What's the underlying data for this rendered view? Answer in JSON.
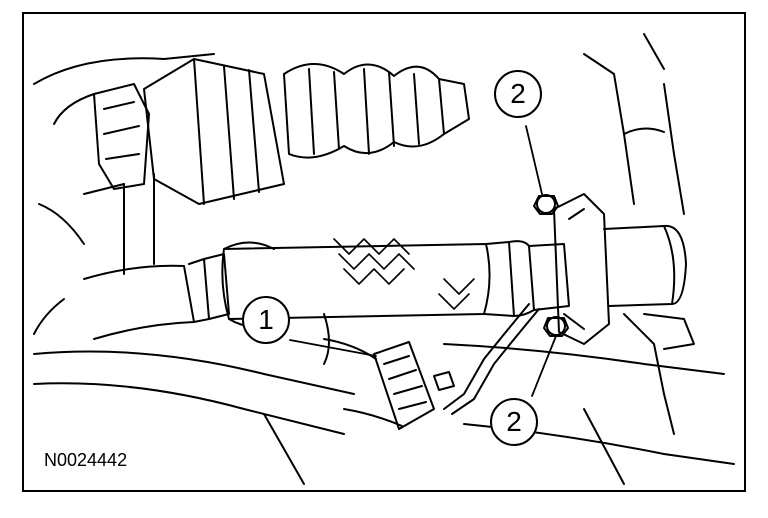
{
  "figure_id": "N0024442",
  "callouts": [
    {
      "label": "1",
      "part": "exhaust-sensor-connector"
    },
    {
      "label": "2",
      "part": "flange-nut"
    },
    {
      "label": "2",
      "part": "flange-nut"
    }
  ],
  "colors": {
    "line": "#000000",
    "background": "#ffffff"
  }
}
